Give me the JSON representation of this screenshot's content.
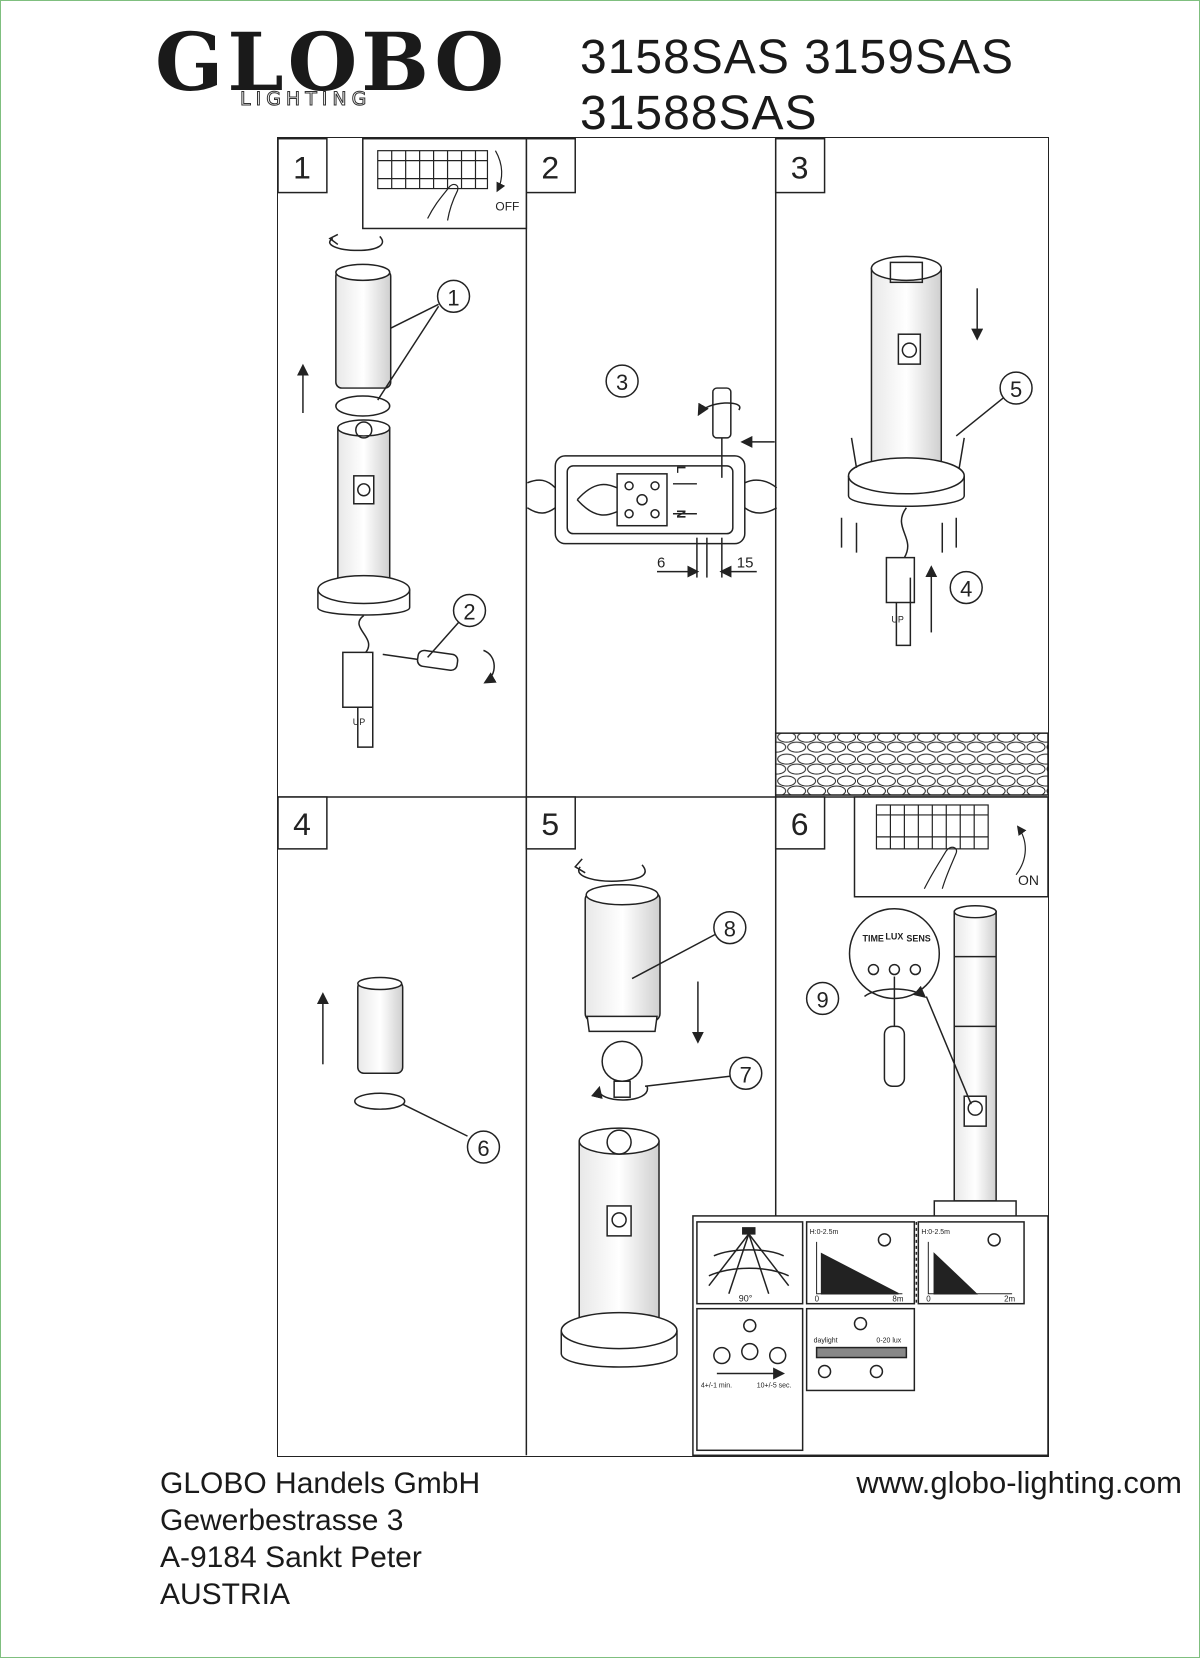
{
  "brand": {
    "name": "GLOBO",
    "sub": "LIGHTING"
  },
  "models": [
    "3158SAS 3159SAS",
    "31588SAS"
  ],
  "steps": [
    "1",
    "2",
    "3",
    "4",
    "5",
    "6"
  ],
  "callouts": [
    "1",
    "2",
    "3",
    "4",
    "5",
    "6",
    "7",
    "8",
    "9"
  ],
  "switch_off_label": "OFF",
  "switch_on_label": "ON",
  "up_label": "UP",
  "terminal_labels": {
    "l": "L",
    "n": "N"
  },
  "wire_strip": {
    "left": "6",
    "right": "15"
  },
  "sensor_dial": {
    "time": "TIME",
    "lux": "LUX",
    "sens": "SENS"
  },
  "detection_angle": "90°",
  "range_chart_1": {
    "height": "H:0-2.5m",
    "start": "0",
    "end": "8m"
  },
  "range_chart_2": {
    "height": "H:0-2.5m",
    "start": "0",
    "end": "2m"
  },
  "time_setting": {
    "min": "4+/-1 min.",
    "max": "10+/-5 sec."
  },
  "lux_setting": {
    "daylight": "daylight",
    "range": "0-20 lux"
  },
  "footer": {
    "company": "GLOBO Handels GmbH",
    "street": "Gewerbestrasse 3",
    "city": "A-9184 Sankt Peter",
    "country": "AUSTRIA",
    "website": "www.globo-lighting.com"
  }
}
